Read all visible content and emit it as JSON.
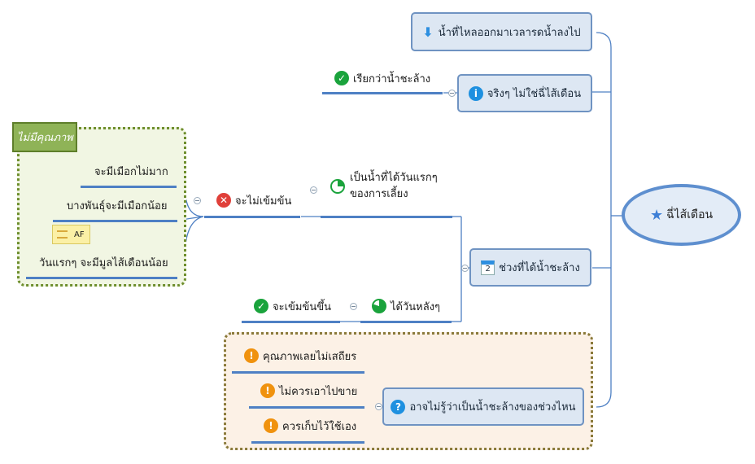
{
  "central": {
    "label": "ฉี่ไส้เดือน",
    "icon": "star-icon"
  },
  "topics": {
    "flow": {
      "label": "น้ำที่ไหลออกมาเวลารดน้ำลงไป",
      "icon": "down-arrow-icon"
    },
    "truth": {
      "label": "จริงๆ ไม่ใช่ฉี่ไส้เดือน",
      "icon": "info-icon",
      "leaf": {
        "label": "เรียกว่าน้ำชะล้าง",
        "icon": "check-icon"
      }
    },
    "period": {
      "label": "ช่วงที่ได้น้ำชะล้าง",
      "icon": "calendar-icon",
      "calendar_num": "2"
    },
    "unknown": {
      "label": "อาจไม่รู้ว่าเป็นน้ำชะล้างของช่วงไหน",
      "icon": "question-icon"
    }
  },
  "first_days": {
    "label_line1": "เป็นน้ำที่ได้วันแรกๆ",
    "label_line2": "ของการเลี้ยง",
    "icon": "progress-quarter-icon",
    "child": {
      "label": "จะไม่เข้มข้น",
      "icon": "cross-icon"
    }
  },
  "low_quality": {
    "title": "ไม่มีคุณภาพ",
    "items": [
      "จะมีเมือกไม่มาก",
      "บางพันธุ์จะมีเมือกน้อย",
      "วันแรกๆ จะมีมูลไส้เดือนน้อย"
    ],
    "af_label": "AF"
  },
  "later_days": {
    "label": "ได้วันหลังๆ",
    "icon": "progress-most-icon",
    "child": {
      "label": "จะเข้มข้นขึ้น",
      "icon": "check-icon"
    }
  },
  "unknown_children": [
    {
      "label": "คุณภาพเลยไม่เสถียร",
      "icon": "exclamation-icon"
    },
    {
      "label": "ไม่ควรเอาไปขาย",
      "icon": "exclamation-icon"
    },
    {
      "label": "ควรเก็บไว้ใช้เอง",
      "icon": "exclamation-icon"
    }
  ],
  "colors": {
    "topic_fill": "#dde7f3",
    "topic_border": "#6f93c2",
    "line": "#4e80c4",
    "green_boundary": "#6e8e2d",
    "orange_boundary": "#8a7a3a"
  }
}
